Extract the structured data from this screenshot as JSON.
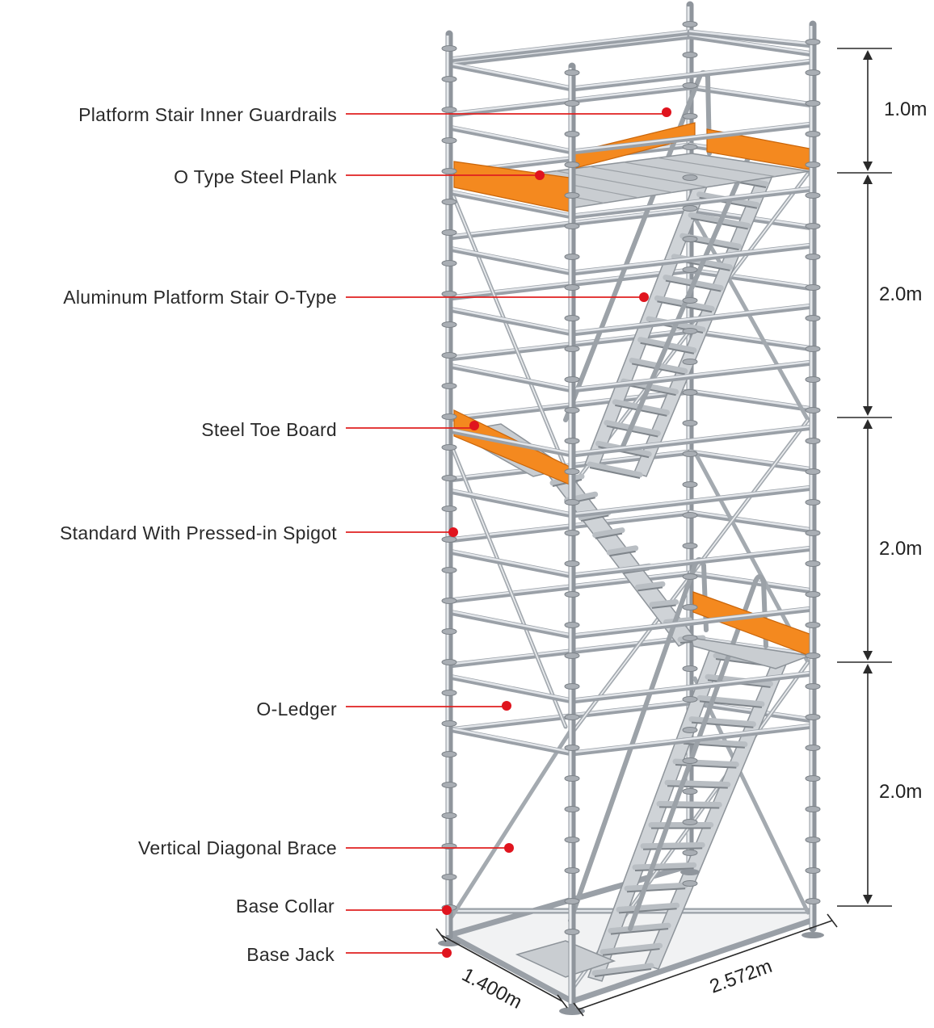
{
  "callouts": [
    {
      "label": "Platform Stair Inner Guardrails"
    },
    {
      "label": "O Type Steel Plank"
    },
    {
      "label": "Aluminum  Platform Stair O-Type"
    },
    {
      "label": "Steel Toe Board"
    },
    {
      "label": "Standard With Pressed-in Spigot"
    },
    {
      "label": "O-Ledger"
    },
    {
      "label": "Vertical Diagonal Brace"
    },
    {
      "label": "Base Collar"
    },
    {
      "label": "Base Jack"
    }
  ],
  "dimensions": {
    "vertical": [
      "1.0m",
      "2.0m",
      "2.0m",
      "2.0m"
    ],
    "depth": "1.400m",
    "length": "2.572m"
  },
  "colors": {
    "toe_board": "#f4891f",
    "leader": "#e02020",
    "steel": "#9aa0a7"
  }
}
